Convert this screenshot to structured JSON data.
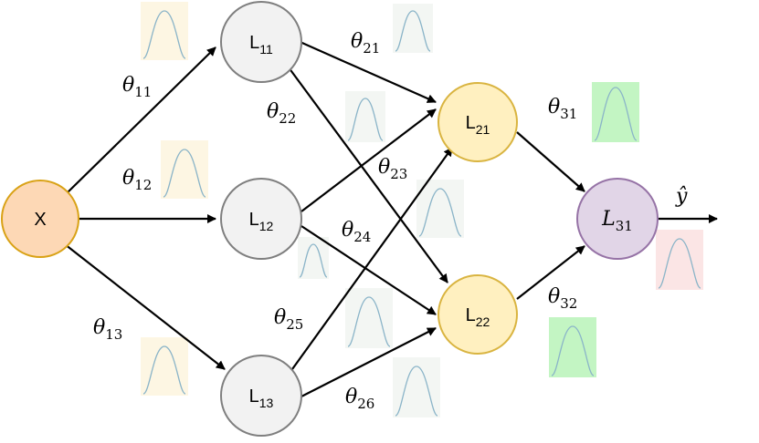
{
  "nodes": {
    "x": {
      "label": "X",
      "fill": "#fdd8b5",
      "stroke": "#d9a216"
    },
    "l11": {
      "label": "L",
      "sub": "11",
      "fill": "#f2f2f2",
      "stroke": "#7f7f7f"
    },
    "l12": {
      "label": "L",
      "sub": "12",
      "fill": "#f2f2f2",
      "stroke": "#7f7f7f"
    },
    "l13": {
      "label": "L",
      "sub": "13",
      "fill": "#f2f2f2",
      "stroke": "#7f7f7f"
    },
    "l21": {
      "label": "L",
      "sub": "21",
      "fill": "#fff0c0",
      "stroke": "#d9b440"
    },
    "l22": {
      "label": "L",
      "sub": "22",
      "fill": "#fff0c0",
      "stroke": "#d9b440"
    },
    "l31": {
      "label": "L",
      "sub": "31",
      "fill": "#e1d5e7",
      "stroke": "#9673a6"
    }
  },
  "weights": {
    "t11": {
      "symbol": "θ",
      "sub": "11"
    },
    "t12": {
      "symbol": "θ",
      "sub": "12"
    },
    "t13": {
      "symbol": "θ",
      "sub": "13"
    },
    "t21": {
      "symbol": "θ",
      "sub": "21"
    },
    "t22": {
      "symbol": "θ",
      "sub": "22"
    },
    "t23": {
      "symbol": "θ",
      "sub": "23"
    },
    "t24": {
      "symbol": "θ",
      "sub": "24"
    },
    "t25": {
      "symbol": "θ",
      "sub": "25"
    },
    "t26": {
      "symbol": "θ",
      "sub": "26"
    },
    "t31": {
      "symbol": "θ",
      "sub": "31"
    },
    "t32": {
      "symbol": "θ",
      "sub": "32"
    }
  },
  "output": {
    "label": "ŷ"
  },
  "colors": {
    "dist_yellow": "#fdf6e3",
    "dist_gray": "#f3f6f3",
    "dist_green": "#c3f5c3",
    "dist_red": "#fbe5e5",
    "dist_curve": "#8ab4c8",
    "arrow": "#000000"
  }
}
